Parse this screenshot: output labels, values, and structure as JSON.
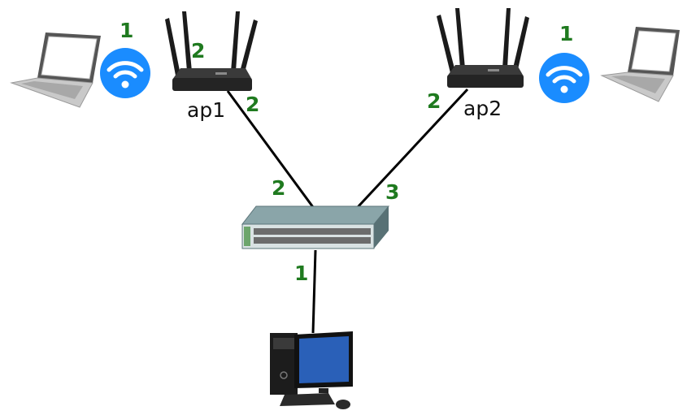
{
  "colors": {
    "link": "#000000",
    "port_label": "#1f7a1f",
    "wifi_badge": "#1a8cff",
    "router_body": "#2a2a2a",
    "switch_body": "#6f8f94"
  },
  "devices": {
    "ap1": {
      "label": "ap1",
      "icon": "wireless-router-icon"
    },
    "ap2": {
      "label": "ap2",
      "icon": "wireless-router-icon"
    },
    "switch": {
      "icon": "network-switch-icon"
    },
    "host": {
      "icon": "desktop-computer-icon"
    },
    "laptop_left": {
      "icon": "laptop-icon"
    },
    "laptop_right": {
      "icon": "laptop-icon"
    }
  },
  "wifi": {
    "left": {
      "icon": "wifi-icon",
      "port": "1"
    },
    "right": {
      "icon": "wifi-icon",
      "port": "1"
    }
  },
  "ports": {
    "ap1_antenna": "2",
    "ap1_uplink": "2",
    "ap2_uplink": "2",
    "switch_to_ap1": "2",
    "switch_to_ap2": "3",
    "switch_to_host": "1"
  }
}
